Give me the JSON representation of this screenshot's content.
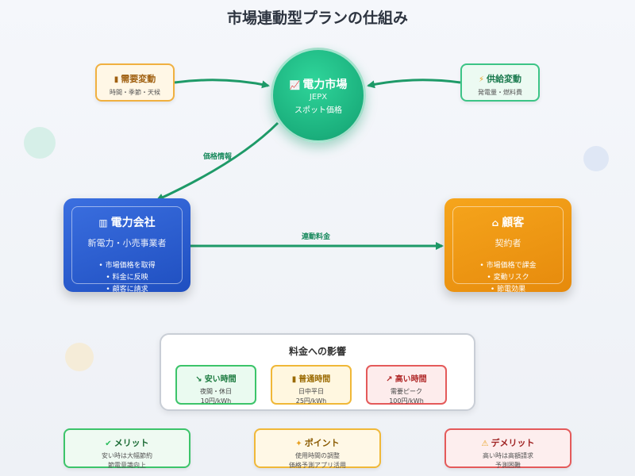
{
  "title": "市場連動型プランの仕組み",
  "market": {
    "icon": "chart-icon",
    "name": "電力市場",
    "sub": "JEPX",
    "desc": "スポット価格"
  },
  "demand": {
    "icon": "bar-chart-icon",
    "name": "需要変動",
    "desc": "時間・季節・天候",
    "color": "#f0a030"
  },
  "supply": {
    "icon": "lightning-icon",
    "name": "供給変動",
    "desc": "発電量・燃料費",
    "color": "#2ebf7f"
  },
  "edges": {
    "price_info": "価格情報",
    "linked_fee": "連動料金"
  },
  "company": {
    "icon": "building-icon",
    "name": "電力会社",
    "sub": "新電力・小売事業者",
    "items": [
      "市場価格を取得",
      "料金に反映",
      "顧客に請求"
    ]
  },
  "customer": {
    "icon": "house-icon",
    "name": "顧客",
    "sub": "契約者",
    "items": [
      "市場価格で課金",
      "変動リスク",
      "節電効果"
    ]
  },
  "impact": {
    "title": "料金への影響",
    "cheap": {
      "icon": "chart-down-icon",
      "name": "安い時間",
      "line1": "夜間・休日",
      "line2": "10円/kWh",
      "color": "#2ebf5f"
    },
    "normal": {
      "icon": "bar-chart-icon",
      "name": "普通時間",
      "line1": "日中平日",
      "line2": "25円/kWh",
      "color": "#f0b030"
    },
    "high": {
      "icon": "chart-up-icon",
      "name": "高い時間",
      "line1": "需要ピーク",
      "line2": "100円/kWh",
      "color": "#e04848"
    }
  },
  "merit": {
    "icon": "check-icon",
    "name": "メリット",
    "line1": "安い時は大幅節約",
    "line2": "節電意識向上",
    "color": "#2ebf5f"
  },
  "point": {
    "icon": "lightbulb-icon",
    "name": "ポイント",
    "line1": "使用時間の調整",
    "line2": "価格予測アプリ活用",
    "color": "#f0b030"
  },
  "demerit": {
    "icon": "warning-icon",
    "name": "デメリット",
    "line1": "高い時は高額請求",
    "line2": "予測困難",
    "color": "#e04848"
  }
}
